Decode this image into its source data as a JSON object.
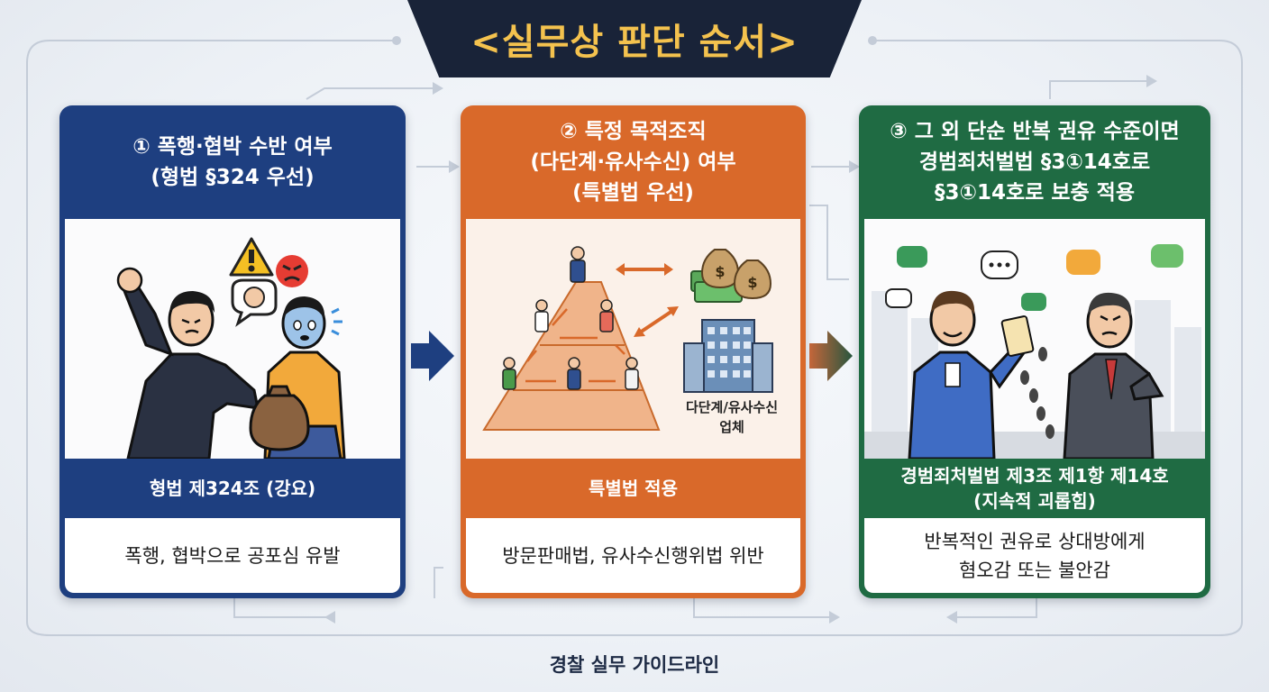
{
  "title": "<실무상 판단 순서>",
  "steps": [
    {
      "head": [
        "① 폭행·협박 수반 여부",
        "(형법 §324 우선)"
      ],
      "law": [
        "형법 제324조 (강요)"
      ],
      "desc": [
        "폭행, 협박으로 공포심 유발"
      ],
      "illustration": "assault-scene",
      "color": "#1e3f80"
    },
    {
      "head": [
        "② 특정 목적조직",
        "(다단계·유사수신) 여부",
        "(특별법 우선)"
      ],
      "law": [
        "특별법 적용"
      ],
      "desc": [
        "방문판매법, 유사수신행위법 위반"
      ],
      "illustration": "pyramid-scheme-scene",
      "sign": [
        "다단계/유사수신",
        "업체"
      ],
      "color": "#d9692a"
    },
    {
      "head": [
        "③ 그 외 단순 반복 권유 수준이면",
        "경범죄처벌법 §3①14호로",
        "§3①14호로 보충 적용"
      ],
      "law": [
        "경범죄처벌법 제3조 제1항 제14호",
        "(지속적 괴롭힘)"
      ],
      "desc": [
        "반복적인 권유로 상대방에게",
        "혐오감 또는 불안감"
      ],
      "illustration": "persistent-solicitation-scene",
      "color": "#1f6b43"
    }
  ],
  "footer": "경찰 실무 가이드라인",
  "colors": {
    "title_bg": "#192338",
    "title_text": "#f4c24e"
  }
}
